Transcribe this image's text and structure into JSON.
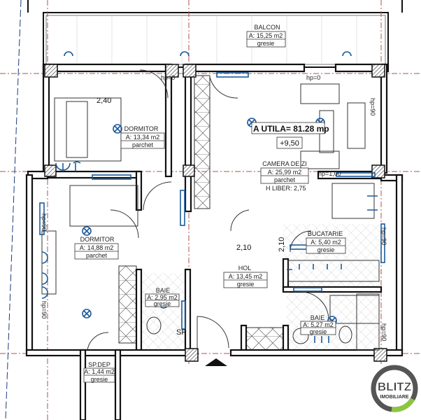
{
  "plan": {
    "total_area_label": "A UTILA= 81.28 mp",
    "level": "+9,50",
    "rooms": [
      {
        "name": "BALCON",
        "area": "A: 15,25 m2",
        "floor": "gresie"
      },
      {
        "name": "DORMITOR",
        "area": "A: 13,34 m2",
        "floor": "parchet"
      },
      {
        "name": "CAMERA DE ZI",
        "area": "A: 25,99 m2",
        "floor": "parchet"
      },
      {
        "name": "DORMITOR",
        "area": "A: 14,88 m2",
        "floor": "parchet"
      },
      {
        "name": "BUCATARIE",
        "area": "A: 5,40 m2",
        "floor": "gresie"
      },
      {
        "name": "HOL",
        "area": "A: 13,45 m2",
        "floor": "gresie"
      },
      {
        "name": "BAIE",
        "area": "A: 2,95 m2",
        "floor": "gresie"
      },
      {
        "name": "BAIE",
        "area": "A: 5,27 m2",
        "floor": "gresie"
      },
      {
        "name": "SP.DEP",
        "area": "A: 1,44 m2",
        "floor": "gresie"
      }
    ],
    "free_height": "H LIBER: 2,75",
    "annotations": {
      "hp0_a": "hp=0",
      "hp0_b": "hp=0",
      "hp90_a": "hp=90",
      "hp90_b": "hp=90",
      "hp90_c": "hp=90",
      "hp90_d": "hp=90",
      "hp90_e": "hp=90",
      "hp100": "hp=1,00",
      "dim_240": "2,40",
      "dim_210_h": "2,10",
      "dim_210_v": "2,10",
      "sf": "SF"
    }
  },
  "logo": {
    "line1": "BLITZ",
    "line2": "IMOBILIARE",
    "ring_color": "#555555",
    "accent_color": "#8cc63f"
  },
  "colors": {
    "electrical": "#1a5a9a",
    "grid": "#b05050"
  }
}
